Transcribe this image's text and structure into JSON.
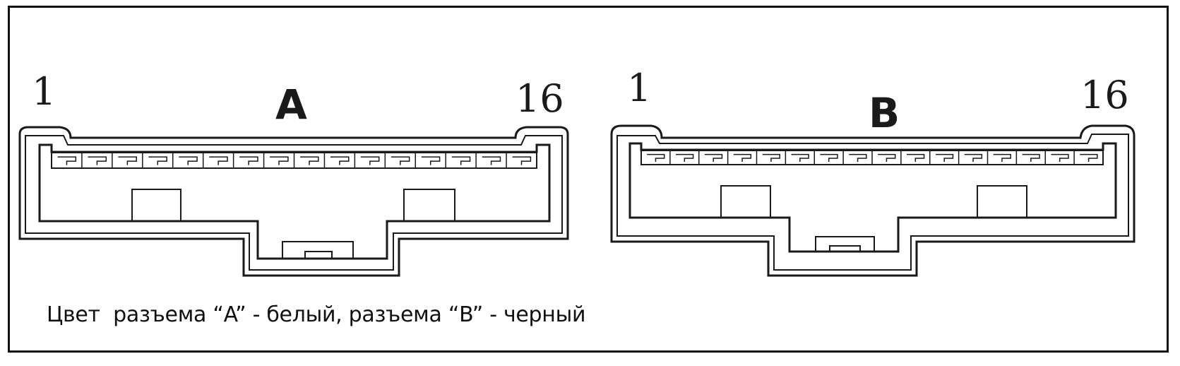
{
  "connectors": [
    {
      "id": "A",
      "letter": "A",
      "pin_first": "1",
      "pin_last": "16",
      "pin_count": 16
    },
    {
      "id": "B",
      "letter": "B",
      "pin_first": "1",
      "pin_last": "16",
      "pin_count": 16
    }
  ],
  "caption": "Цвет  разъема “A” - белый, разъема “B” - черный",
  "colors": {
    "line": "#1a1a1a",
    "background": "#ffffff"
  }
}
